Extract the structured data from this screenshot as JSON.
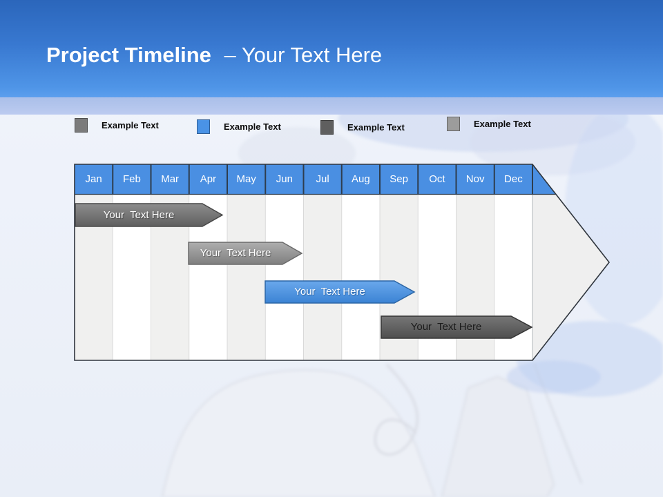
{
  "slide": {
    "title_bold": "Project Timeline",
    "title_regular": "– Your Text Here"
  },
  "legend": {
    "items": [
      {
        "label": "Example Text",
        "color": "#7b7b7b"
      },
      {
        "label": "Example Text",
        "color": "#4a93e6"
      },
      {
        "label": "Example Text",
        "color": "#5f5f5f"
      },
      {
        "label": "Example Text",
        "color": "#9c9c9c"
      }
    ]
  },
  "chart": {
    "months": [
      "Jan",
      "Feb",
      "Mar",
      "Apr",
      "May",
      "Jun",
      "Jul",
      "Aug",
      "Sep",
      "Oct",
      "Nov",
      "Dec"
    ],
    "bars": [
      {
        "label": "Your  Text Here",
        "color": "#6e6e6e",
        "text_color": "#ffffff",
        "start_month": "Jan",
        "end_month": "Apr"
      },
      {
        "label": "Your  Text Here",
        "color": "#919191",
        "text_color": "#ffffff",
        "start_month": "Apr",
        "end_month": "Jun"
      },
      {
        "label": "Your  Text Here",
        "color": "#4a90dc",
        "text_color": "#ffffff",
        "start_month": "Jun",
        "end_month": "Sep"
      },
      {
        "label": "Your  Text Here",
        "color": "#5d5d5d",
        "text_color": "#1b1b1b",
        "start_month": "Sep",
        "end_month": "Dec"
      }
    ],
    "colors": {
      "header_blue_top": "#2b66bb",
      "header_blue_bottom": "#5c9fee",
      "sub_band": "#b4c6ee",
      "month_row": "#4a8fe2",
      "month_separator": "#2e3d4e",
      "stripe_gray": "#f0f0ef",
      "stripe_white": "#ffffff",
      "arrow_body": "#efefef",
      "outline": "#2f353d"
    }
  }
}
